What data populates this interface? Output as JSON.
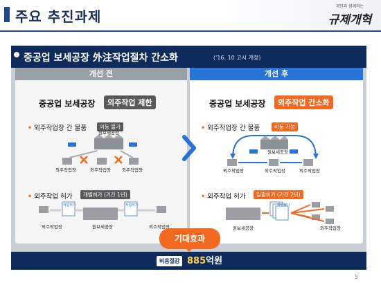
{
  "header": {
    "title": "주요 추진과제",
    "logo_small": "국민과 함께하는",
    "logo_main": "규제개혁"
  },
  "banner": {
    "title": "중공업 보세공장 外注작업절차 간소화",
    "note": "('16. 10 고시 개정)"
  },
  "before": {
    "label": "개선 전",
    "heading": "중공업 보세공장",
    "heading_tag": "외주작업 제한",
    "item1": {
      "text": "외주작업장 간 물품",
      "chip": "이동 불가"
    },
    "item2": {
      "text": "외주작업 허가",
      "chip": "개별허가 (기간 1년)"
    },
    "labels": {
      "factory": "원보세공장",
      "site": "외주작업장",
      "permit": "작업허가"
    }
  },
  "after": {
    "label": "개선 후",
    "heading": "중공업 보세공장",
    "heading_tag": "외주작업 간소화",
    "item1": {
      "text": "외주작업장 간 물품",
      "chip": "이동 가능"
    },
    "item2": {
      "text": "외주작업 허가",
      "chip": "일괄허가 (기간 2년)"
    },
    "labels": {
      "factory": "원보세공장",
      "site": "외주작업장",
      "permit": "작업허가"
    }
  },
  "effect": {
    "title": "기대효과",
    "tag": "비용절감",
    "value": "885",
    "unit": "억원"
  },
  "page_number": "5",
  "colors": {
    "navy": "#0f2b5c",
    "orange": "#f26a21",
    "blue": "#2a73d6",
    "gray": "#58595b"
  }
}
